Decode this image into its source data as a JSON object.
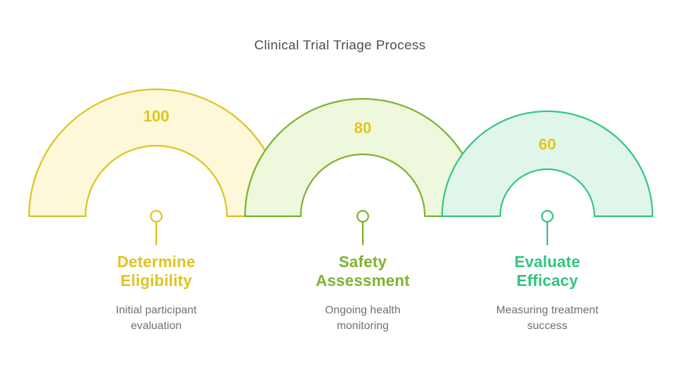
{
  "title": "Clinical Trial Triage Process",
  "colors": {
    "title_text": "#4c4c4c",
    "description_text": "#6e6e6e",
    "value_text": "#e2c51e",
    "connector_dot_fill": "#ffffff"
  },
  "steps": [
    {
      "value": "100",
      "name": "Determine Eligibility",
      "name_lines": [
        "Determine",
        "Eligibility"
      ],
      "description": "Initial participant evaluation",
      "description_lines": [
        "Initial participant",
        "evaluation"
      ],
      "stroke_color": "#ddc41e",
      "fill_color": "#fcf8d9",
      "label_color": "#e0c31d"
    },
    {
      "value": "80",
      "name": "Safety Assessment",
      "name_lines": [
        "Safety",
        "Assessment"
      ],
      "description": "Ongoing health monitoring",
      "description_lines": [
        "Ongoing health",
        "monitoring"
      ],
      "stroke_color": "#7db32f",
      "fill_color": "#eef8dc",
      "label_color": "#7db32f"
    },
    {
      "value": "60",
      "name": "Evaluate Efficacy",
      "name_lines": [
        "Evaluate",
        "Efficacy"
      ],
      "description": "Measuring treatment success",
      "description_lines": [
        "Measuring treatment",
        "success"
      ],
      "stroke_color": "#33c77f",
      "fill_color": "#e1f6eb",
      "label_color": "#2fc57e"
    }
  ]
}
